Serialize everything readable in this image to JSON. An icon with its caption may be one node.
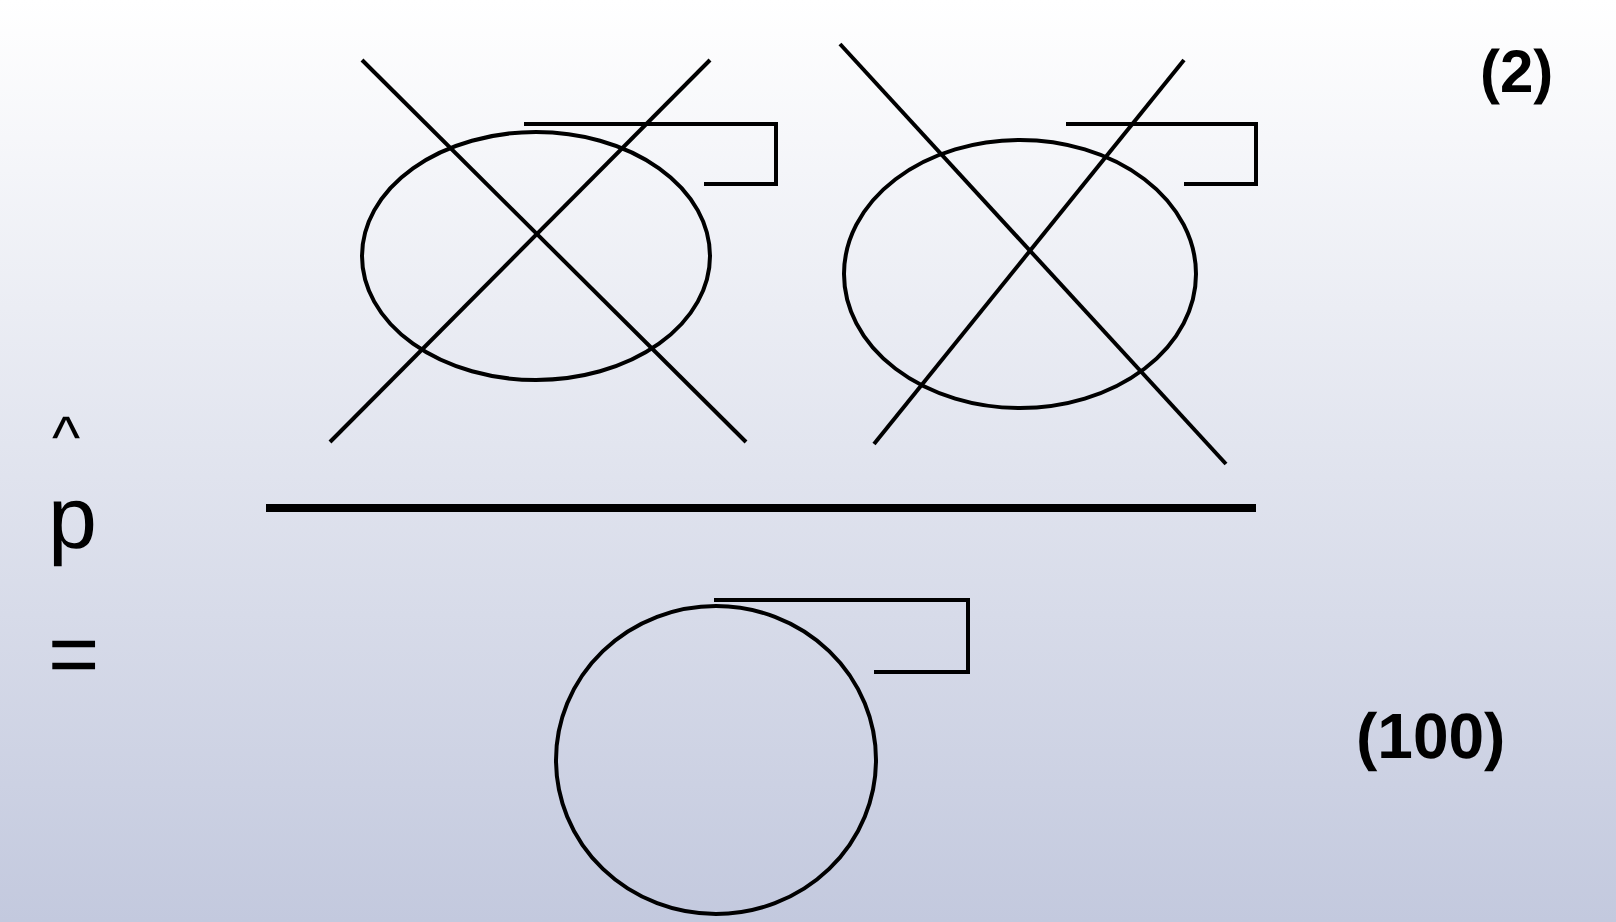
{
  "diagram": {
    "labels": [
      "(2)",
      "^",
      "p",
      "=",
      "(100)"
    ]
  }
}
